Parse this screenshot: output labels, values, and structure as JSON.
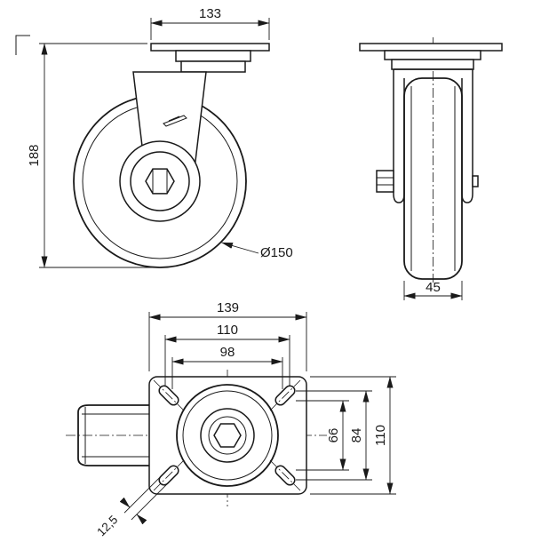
{
  "drawing": {
    "type": "caster-wheel-technical-drawing",
    "colors": {
      "line": "#1a1a1a",
      "background": "#ffffff"
    },
    "side_view": {
      "plate_width": "133",
      "overall_height": "188",
      "wheel_diameter": "Ø150"
    },
    "front_view": {
      "wheel_width": "45"
    },
    "top_view": {
      "overall_width": "139",
      "bolt_outer_width": "110",
      "bolt_inner_width": "98",
      "bolt_inner_height": "66",
      "bolt_outer_height": "84",
      "overall_depth": "110",
      "slot_width": "12,5"
    }
  }
}
